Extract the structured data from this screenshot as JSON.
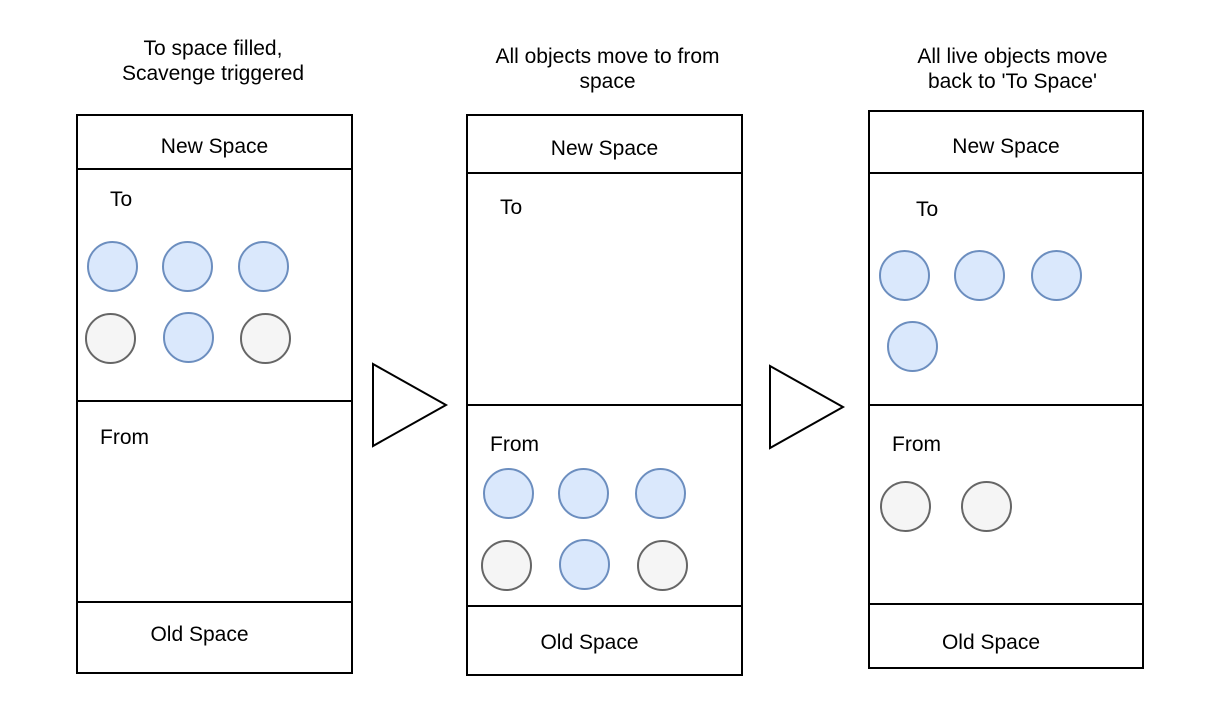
{
  "colors": {
    "live_fill": "#dae8fc",
    "live_stroke": "#6c8ebf",
    "dead_fill": "#f5f5f5",
    "dead_stroke": "#666666",
    "line": "#000000"
  },
  "steps": [
    {
      "title": "To space filled,\nScavenge triggered",
      "new_space_label": "New Space",
      "to_label": "To",
      "from_label": "From",
      "old_space_label": "Old Space",
      "to_objects": [
        "live",
        "live",
        "live",
        "dead",
        "live",
        "dead"
      ],
      "from_objects": []
    },
    {
      "title": "All objects move to from\nspace",
      "new_space_label": "New Space",
      "to_label": "To",
      "from_label": "From",
      "old_space_label": "Old Space",
      "to_objects": [],
      "from_objects": [
        "live",
        "live",
        "live",
        "dead",
        "live",
        "dead"
      ]
    },
    {
      "title": "All live objects move\nback to 'To Space'",
      "new_space_label": "New Space",
      "to_label": "To",
      "from_label": "From",
      "old_space_label": "Old Space",
      "to_objects": [
        "live",
        "live",
        "live",
        "live"
      ],
      "from_objects": [
        "dead",
        "dead"
      ]
    }
  ],
  "arrows": [
    "step-arrow",
    "step-arrow"
  ]
}
